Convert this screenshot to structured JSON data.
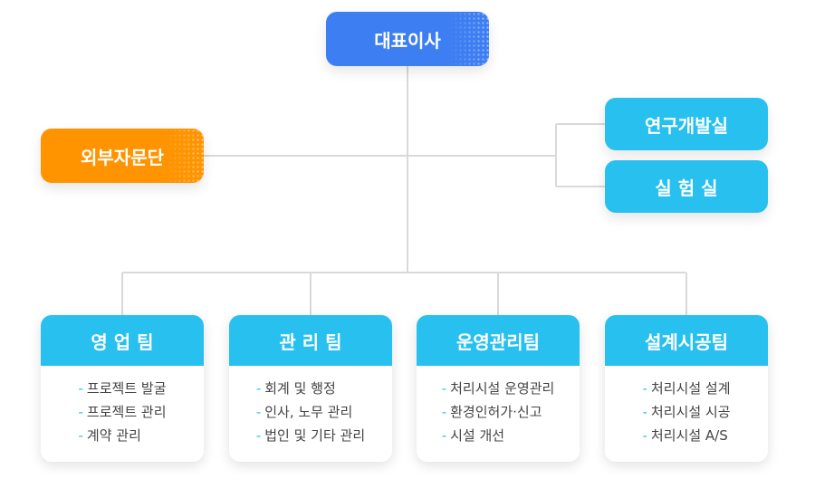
{
  "chart": {
    "root": "대표이사",
    "advisory": "외부자문단",
    "side": [
      "연구개발실",
      "실 험 실"
    ],
    "teams": [
      {
        "name": "영 업 팀",
        "duties": [
          "프로젝트 발굴",
          "프로젝트 관리",
          "계약 관리"
        ]
      },
      {
        "name": "관 리 팀",
        "duties": [
          "회계 및 행정",
          "인사, 노무 관리",
          "법인 및 기타 관리"
        ]
      },
      {
        "name": "운영관리팀",
        "duties": [
          "처리시설 운영관리",
          "환경인허가·신고",
          "시설 개선"
        ]
      },
      {
        "name": "설계시공팀",
        "duties": [
          "처리시설 설계",
          "처리시설 시공",
          "처리시설 A/S"
        ]
      }
    ]
  },
  "colors": {
    "root": "#3d7ef3",
    "advisory": "#ff9400",
    "unit": "#27c0ef",
    "connector": "#d9d9d9"
  }
}
